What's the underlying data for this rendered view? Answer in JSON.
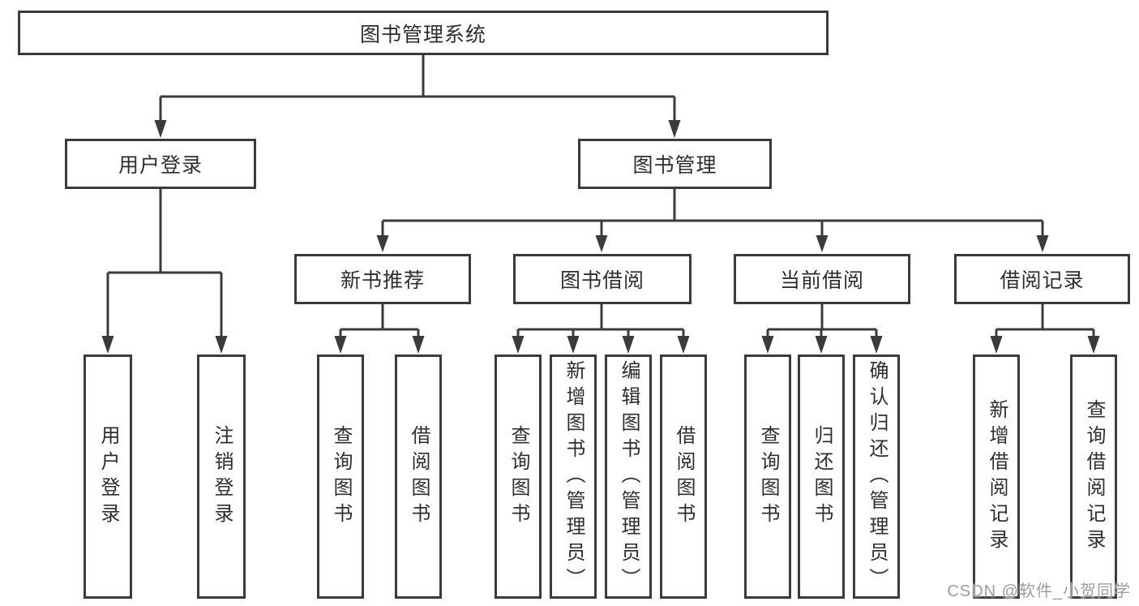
{
  "diagram": {
    "tree": {
      "label": "图书管理系统",
      "children": [
        {
          "label": "用户登录",
          "children": [
            {
              "label": "用户登录"
            },
            {
              "label": "注销登录"
            }
          ]
        },
        {
          "label": "图书管理",
          "children": [
            {
              "label": "新书推荐",
              "children": [
                {
                  "label": "查询图书"
                },
                {
                  "label": "借阅图书"
                }
              ]
            },
            {
              "label": "图书借阅",
              "children": [
                {
                  "label": "查询图书"
                },
                {
                  "label": "新增图书（管理员）"
                },
                {
                  "label": "编辑图书（管理员）"
                },
                {
                  "label": "借阅图书"
                }
              ]
            },
            {
              "label": "当前借阅",
              "children": [
                {
                  "label": "查询图书"
                },
                {
                  "label": "归还图书"
                },
                {
                  "label": "确认归还（管理员）"
                }
              ]
            },
            {
              "label": "借阅记录",
              "children": [
                {
                  "label": "新增借阅记录"
                },
                {
                  "label": "查询借阅记录"
                }
              ]
            }
          ]
        }
      ]
    },
    "watermark": "CSDN @软件_小贺同学"
  },
  "colors": {
    "line": "#383b40",
    "text": "#2c2e32",
    "background": "#ffffff",
    "watermark": "#9c9c9c"
  }
}
